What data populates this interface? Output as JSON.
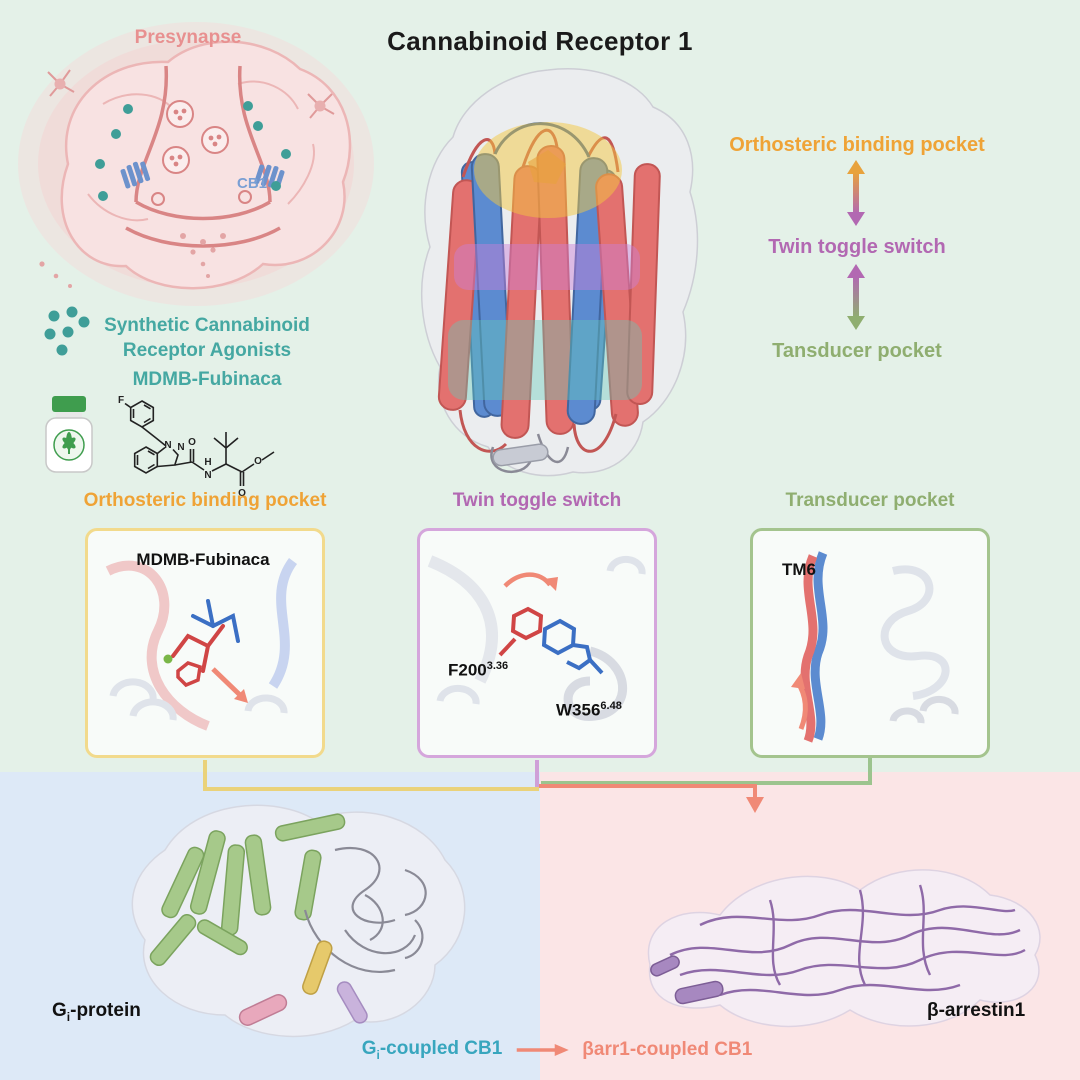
{
  "title": "Cannabinoid Receptor 1",
  "brain": {
    "label": "Presynapse",
    "receptor": "CB1"
  },
  "agonists": {
    "line1": "Synthetic Cannabinoid",
    "line2": "Receptor Agonists",
    "compound": "MDMB-Fubinaca"
  },
  "pathway_labels": {
    "orthosteric": "Orthosteric binding pocket",
    "twin": "Twin toggle switch",
    "transducer": "Tansducer pocket"
  },
  "panels": {
    "orthosteric": {
      "title": "Orthosteric binding pocket",
      "ligand": "MDMB-Fubinaca"
    },
    "twin": {
      "title": "Twin toggle switch",
      "residue1": "F200",
      "residue1_sup": "3.36",
      "residue2": "W356",
      "residue2_sup": "6.48"
    },
    "transducer": {
      "title": "Transducer pocket",
      "helix": "TM6"
    }
  },
  "chem": {
    "atom_f": "F",
    "atom_n": "N",
    "atom_h": "H",
    "atom_o": "O"
  },
  "bottom": {
    "gi_main": "G",
    "gi_sub": "i",
    "gi_rest": "-protein",
    "arrestin": "β-arrestin1",
    "gi_coupled_main": "G",
    "gi_coupled_sub": "i",
    "gi_coupled_rest": "-coupled CB1",
    "arr_coupled": "βarr1-coupled CB1"
  },
  "colors": {
    "orange": "#EFA336",
    "purple": "#B268B2",
    "green": "#8FAE70",
    "teal": "#45A8A2",
    "cyan": "#38A6BE",
    "salmon": "#F08976",
    "pink": "#E89090",
    "blue": "#5C8BD0",
    "red": "#E3716F",
    "bg_mint": "#E4F1E8",
    "bg_blue": "#DDE9F7",
    "bg_pink": "#FBE5E6"
  }
}
